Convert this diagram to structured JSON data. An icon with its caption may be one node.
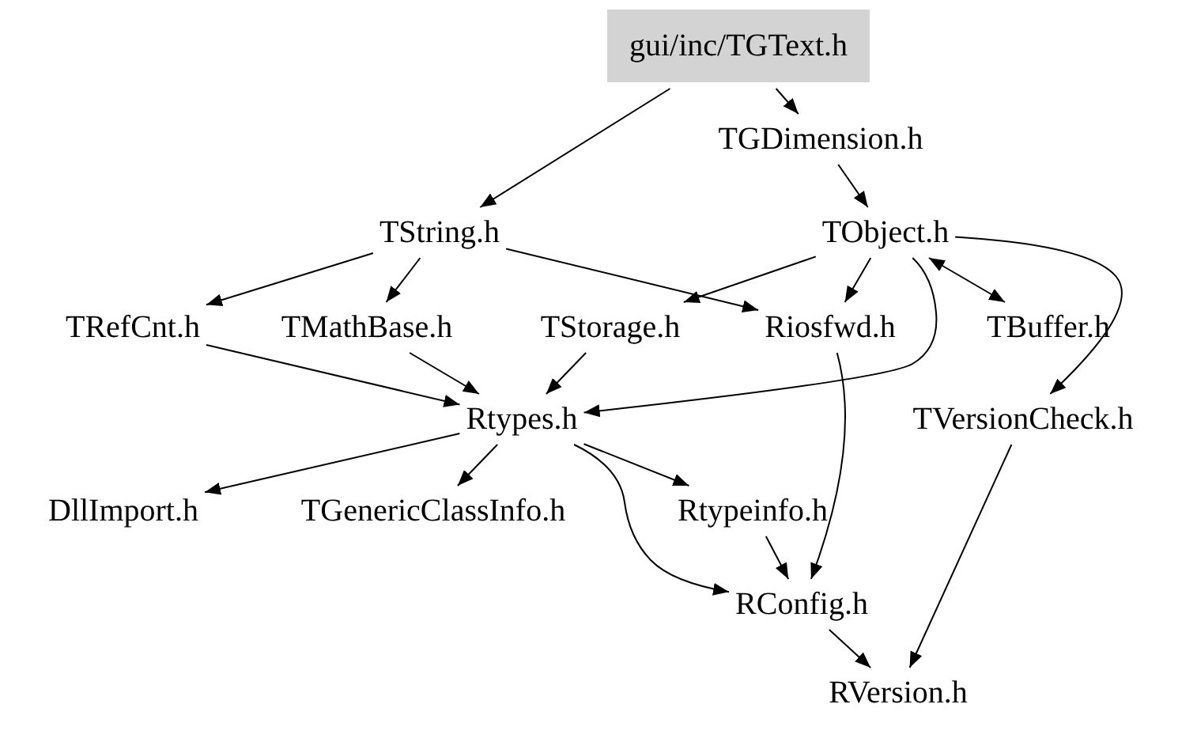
{
  "diagram": {
    "nodes": [
      {
        "text": [
          "gui/inc/TGText.h"
        ]
      },
      {
        "text": [
          "TGDimension.h"
        ]
      },
      {
        "text": [
          "TString.h"
        ]
      },
      {
        "text": [
          "TObject.h"
        ]
      },
      {
        "text": [
          "TRefCnt.h"
        ]
      },
      {
        "text": [
          "TMathBase.h"
        ]
      },
      {
        "text": [
          "TStorage.h"
        ]
      },
      {
        "text": [
          "Riosfwd.h"
        ]
      },
      {
        "text": [
          "TBuffer.h"
        ]
      },
      {
        "text": [
          "Rtypes.h"
        ]
      },
      {
        "text": [
          "TVersionCheck.h"
        ]
      },
      {
        "text": [
          "DllImport.h"
        ]
      },
      {
        "text": [
          "TGenericClassInfo.h"
        ]
      },
      {
        "text": [
          "Rtypeinfo.h"
        ]
      },
      {
        "text": [
          "RConfig.h"
        ]
      },
      {
        "text": [
          "RVersion.h"
        ]
      }
    ],
    "edges": [
      {
        "from": 0,
        "to": 2,
        "arrow": "to"
      },
      {
        "from": 0,
        "to": 1,
        "arrow": "to"
      },
      {
        "from": 1,
        "to": 3,
        "arrow": "to"
      },
      {
        "from": 2,
        "to": 4,
        "arrow": "to"
      },
      {
        "from": 2,
        "to": 5,
        "arrow": "to"
      },
      {
        "from": 2,
        "to": 7,
        "arrow": "to"
      },
      {
        "from": 3,
        "to": 6,
        "arrow": "to"
      },
      {
        "from": 3,
        "to": 7,
        "arrow": "to"
      },
      {
        "from": 3,
        "to": 8,
        "arrow": "both"
      },
      {
        "from": 3,
        "to": 9,
        "arrow": "to"
      },
      {
        "from": 3,
        "to": 10,
        "arrow": "to"
      },
      {
        "from": 4,
        "to": 9,
        "arrow": "to"
      },
      {
        "from": 5,
        "to": 9,
        "arrow": "to"
      },
      {
        "from": 6,
        "to": 9,
        "arrow": "to"
      },
      {
        "from": 9,
        "to": 11,
        "arrow": "to"
      },
      {
        "from": 9,
        "to": 12,
        "arrow": "to"
      },
      {
        "from": 9,
        "to": 13,
        "arrow": "to"
      },
      {
        "from": 9,
        "to": 14,
        "arrow": "to"
      },
      {
        "from": 7,
        "to": 14,
        "arrow": "to"
      },
      {
        "from": 13,
        "to": 14,
        "arrow": "to"
      },
      {
        "from": 10,
        "to": 15,
        "arrow": "to"
      },
      {
        "from": 14,
        "to": 15,
        "arrow": "to"
      }
    ]
  }
}
